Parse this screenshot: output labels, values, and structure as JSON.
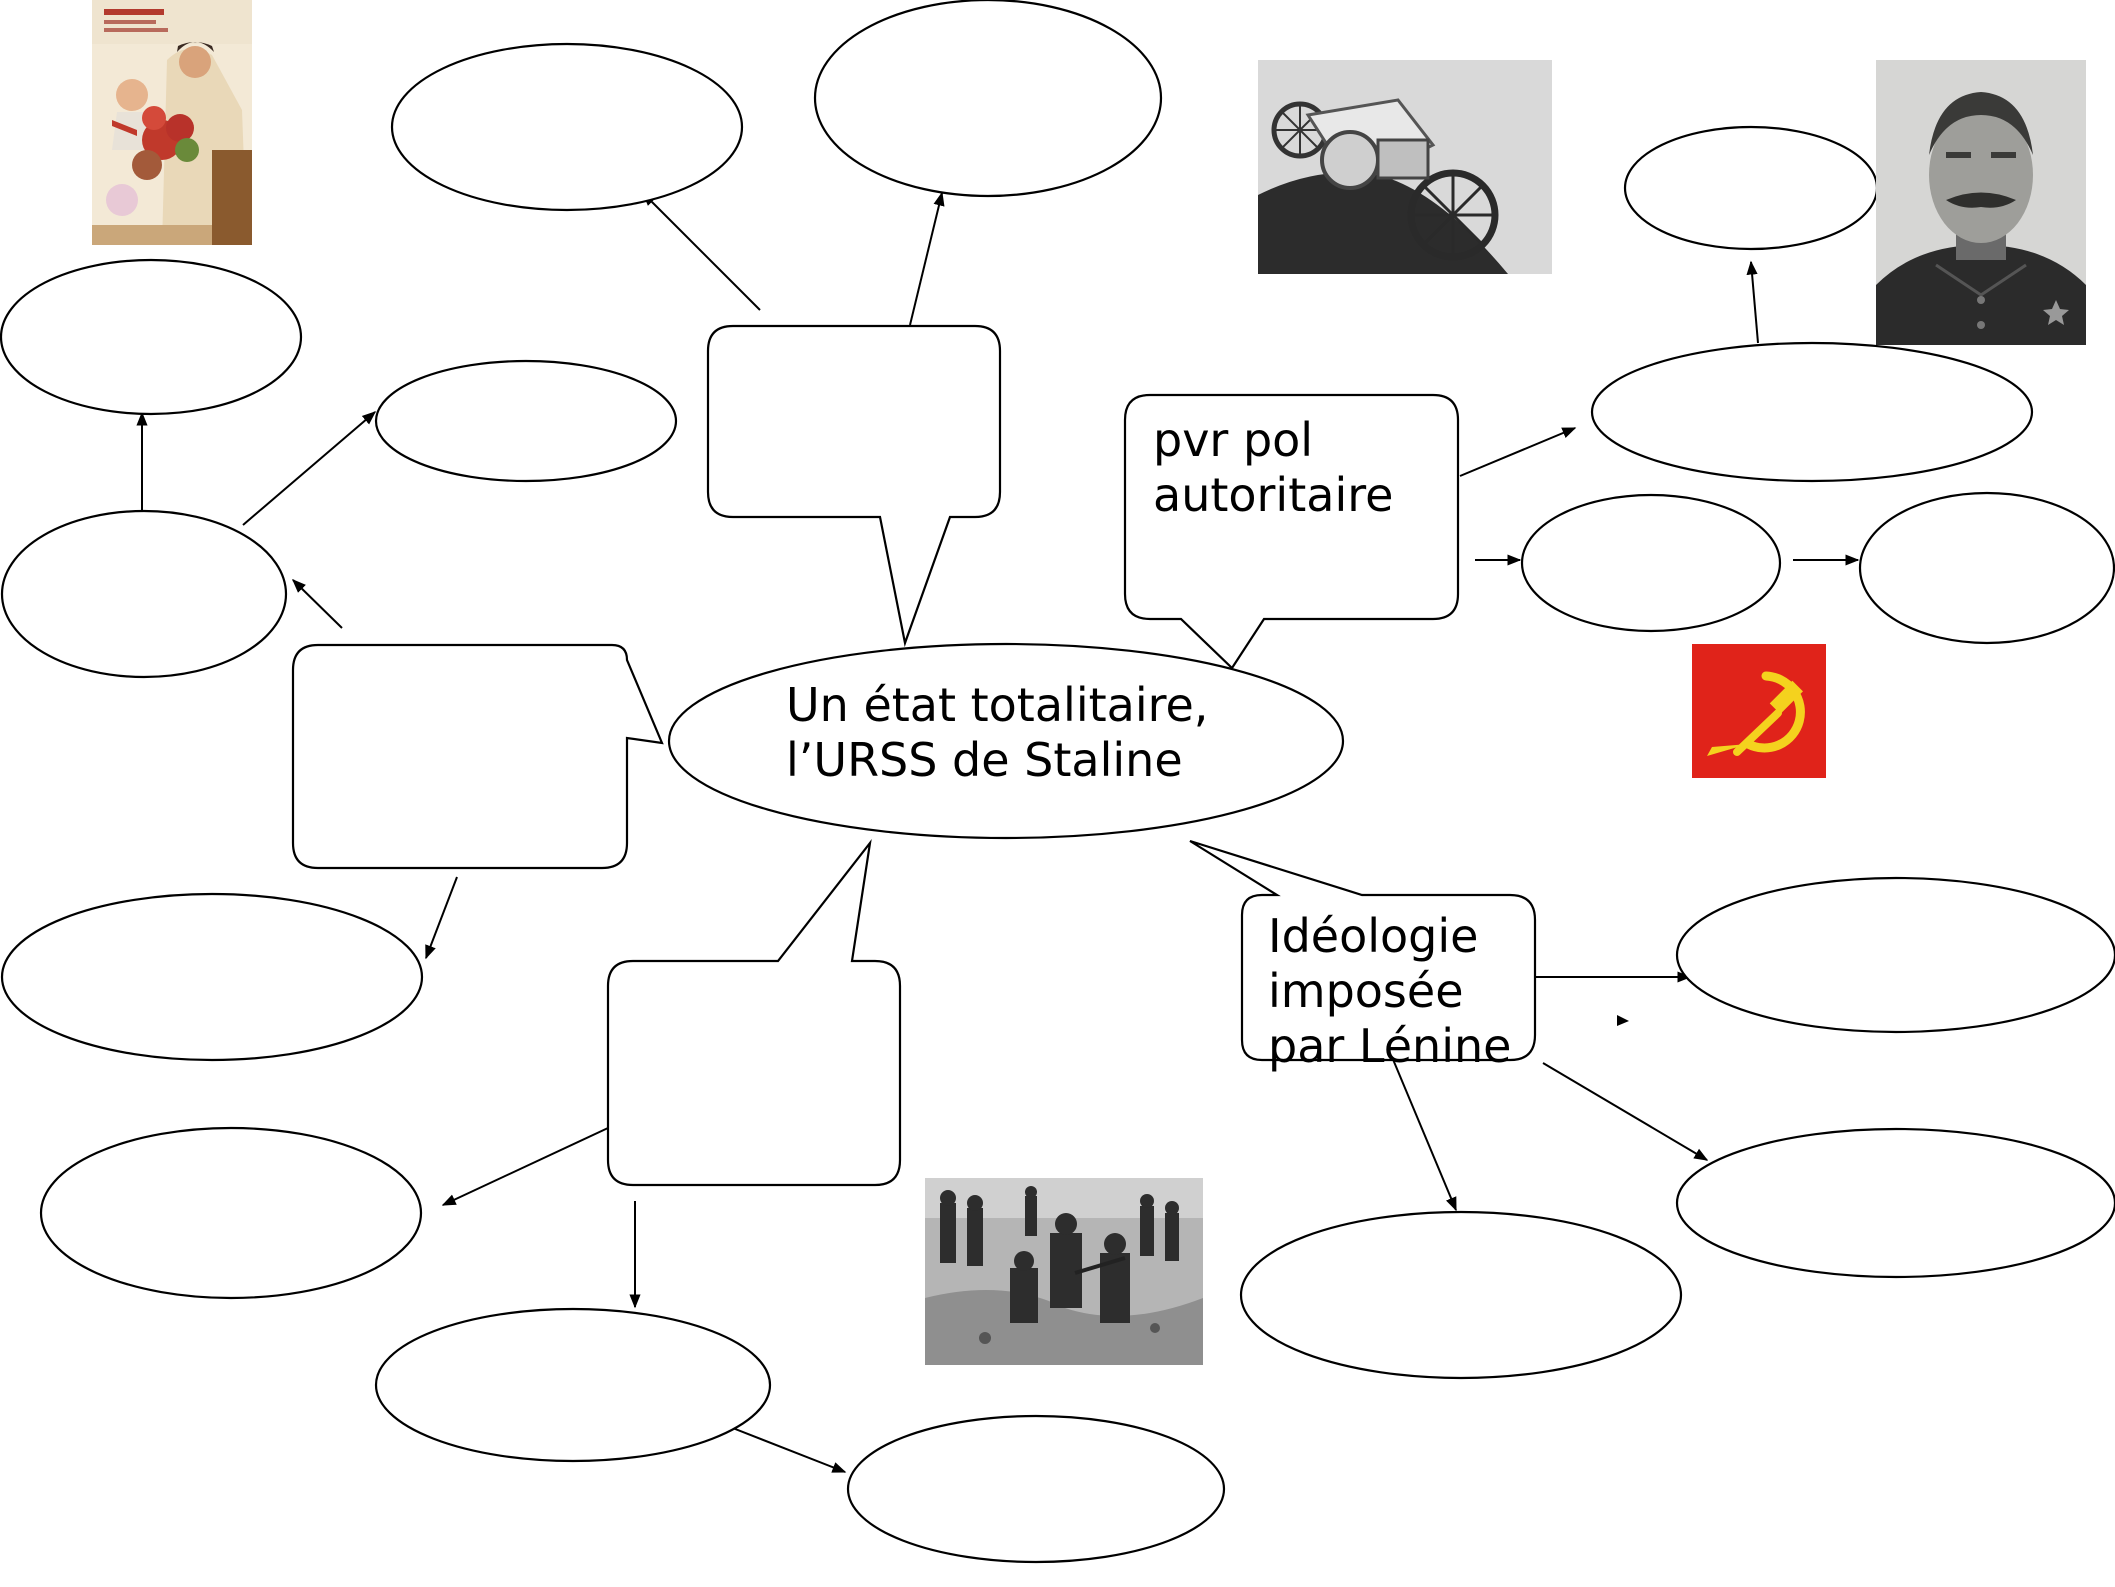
{
  "central": {
    "lines": [
      "Un état totalitaire,",
      "l’URSS de Staline"
    ]
  },
  "bubbles": {
    "power": {
      "lines": [
        "pvr pol",
        "autoritaire"
      ]
    },
    "ideology": {
      "lines": [
        "Idéologie",
        "imposée",
        "par Lénine"
      ]
    }
  },
  "flag": {
    "background": "#e0231a",
    "emblem_color": "#f4d21e",
    "icon": "hammer-and-sickle-icon"
  },
  "images": [
    "stalin-poster-image",
    "tractor-photo-image",
    "stalin-portrait-image",
    "gulag-workers-photo-image"
  ]
}
